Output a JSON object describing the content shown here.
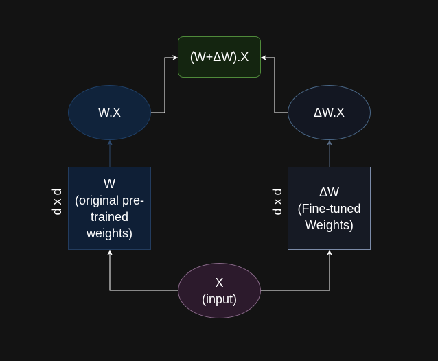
{
  "nodes": {
    "result": "(W+ΔW).X",
    "wx": "W.X",
    "dwx": "ΔW.X",
    "w": "W\n(original pre-\ntrained\nweights)",
    "dw": "ΔW\n(Fine-tuned\nWeights)",
    "x": "X\n(input)"
  },
  "dims": {
    "w": "d x d",
    "dw": "d x d"
  },
  "colors": {
    "edge_white": "#ffffff",
    "edge_blue": "#2d4a6e",
    "edge_slate": "#5a6e88"
  }
}
